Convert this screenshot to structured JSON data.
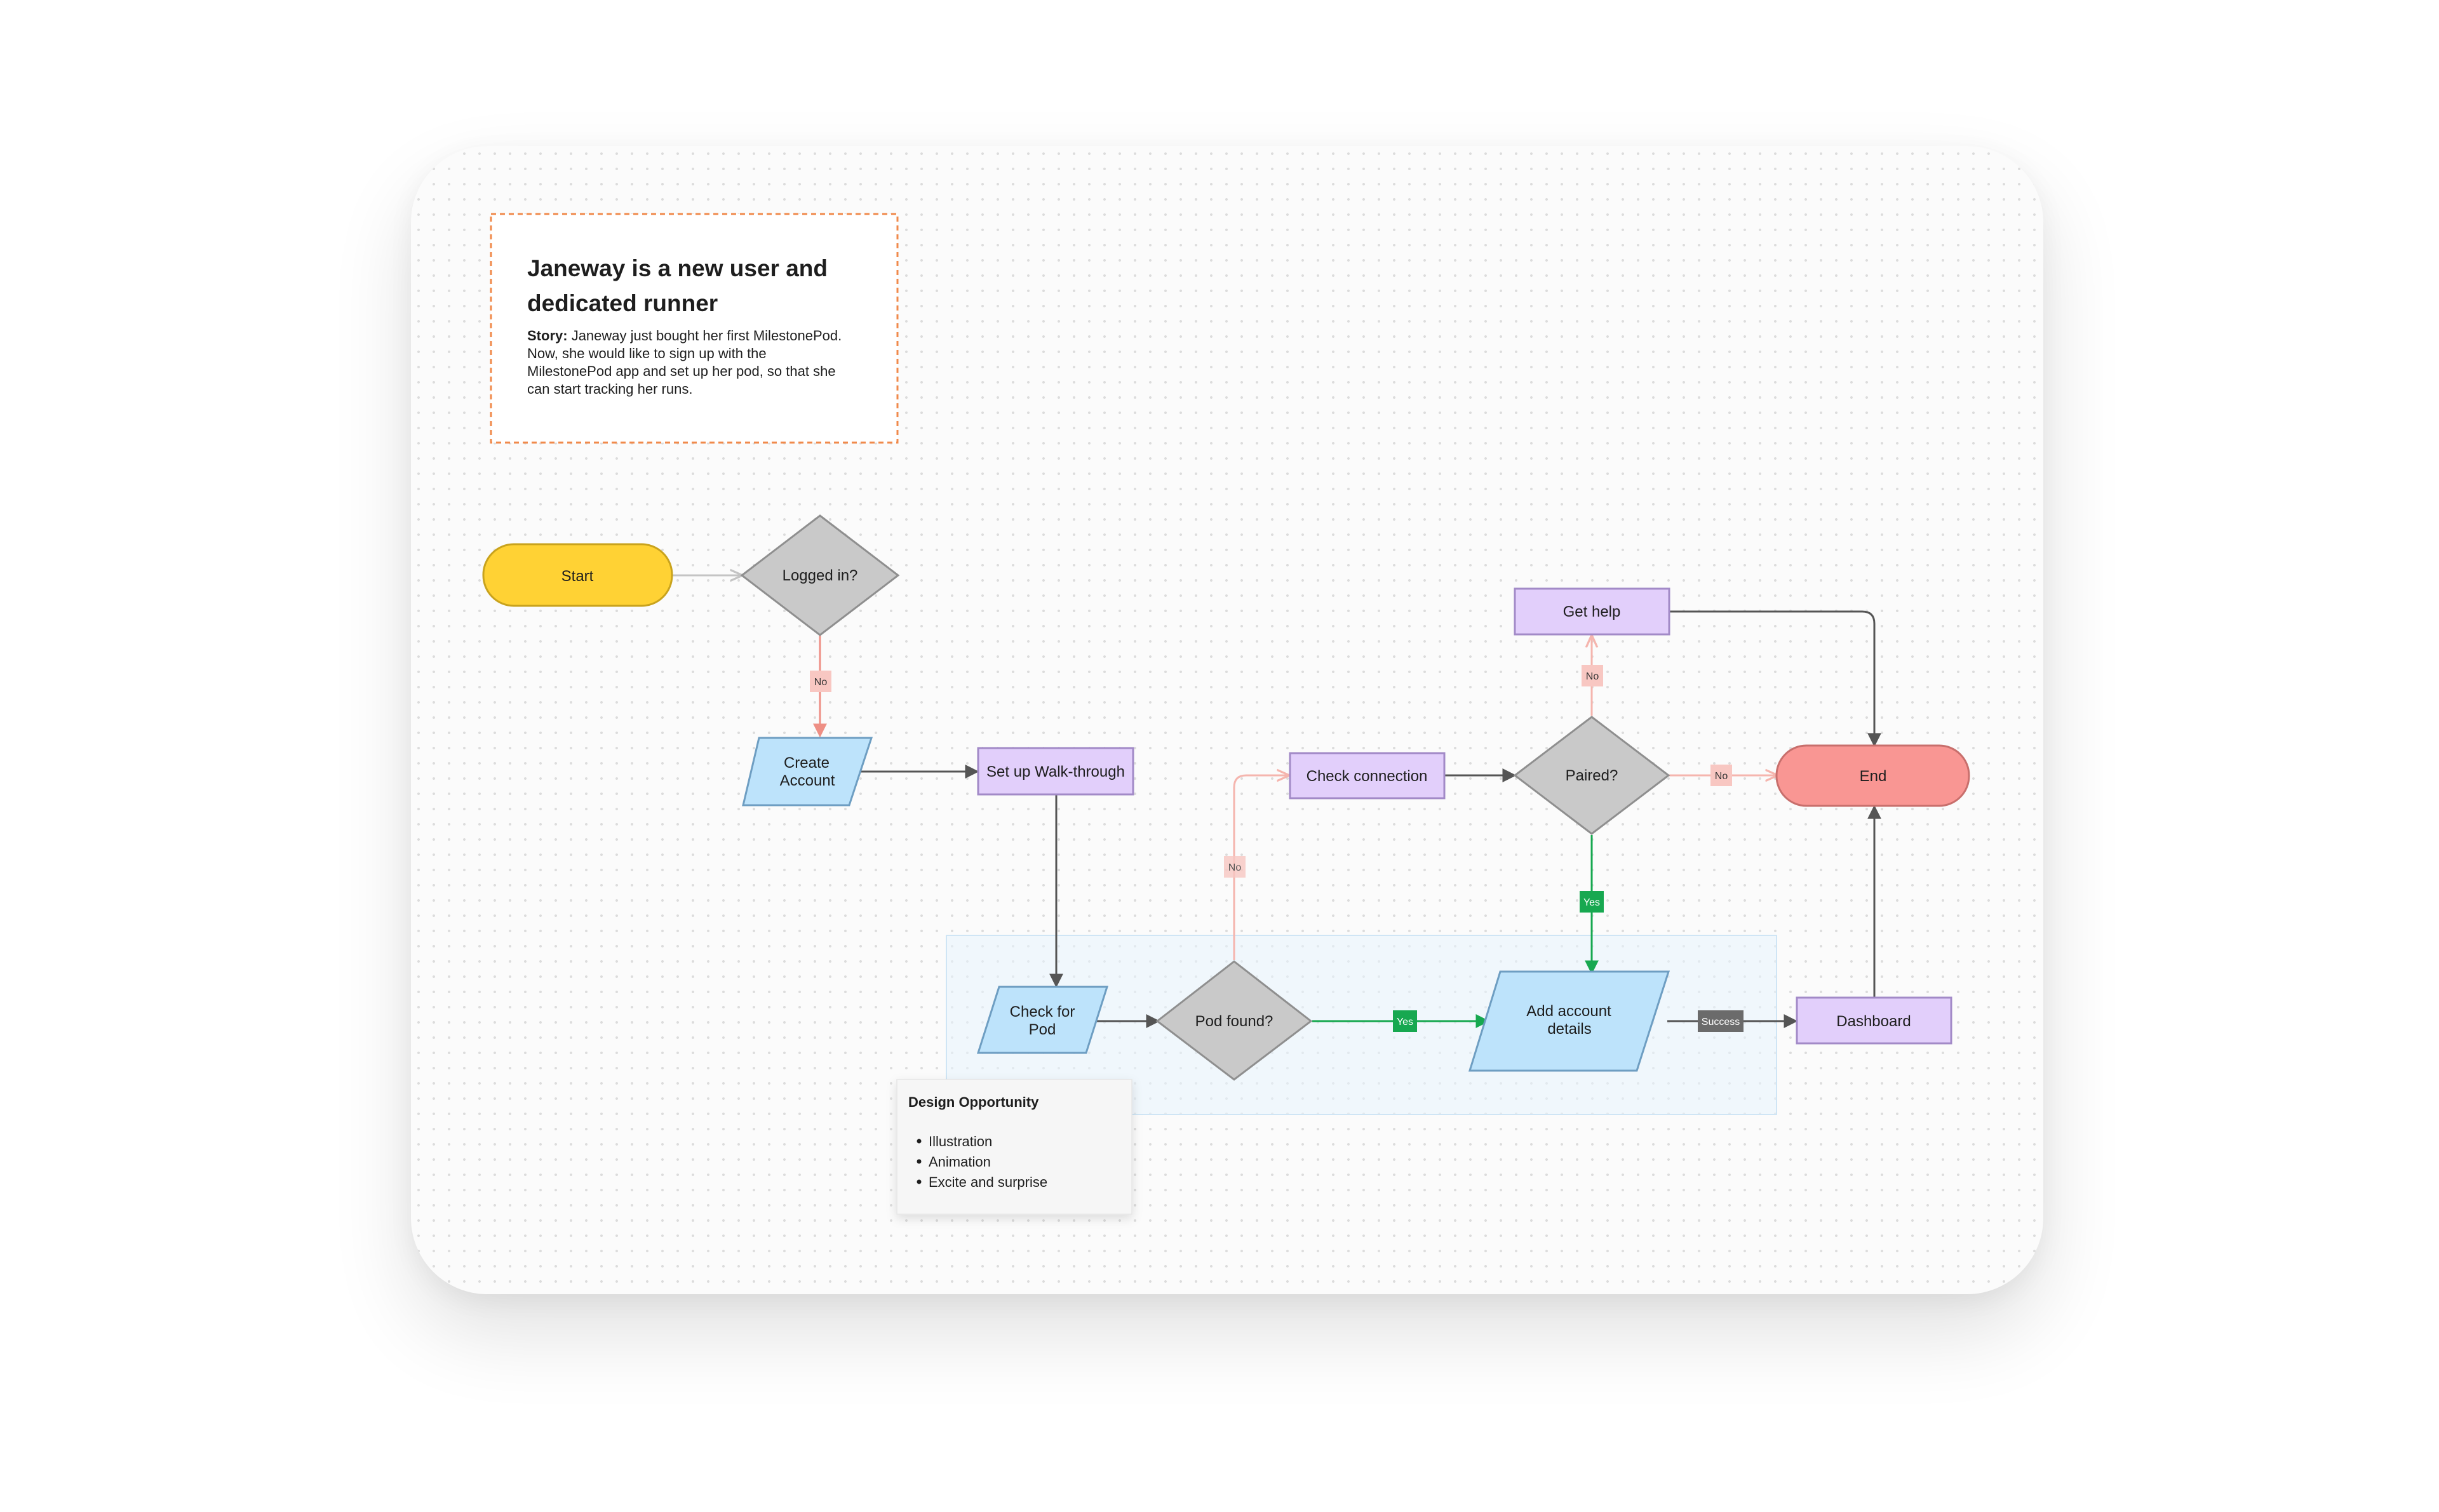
{
  "story_card": {
    "title_line1": "Janeway is a new user and",
    "title_line2": "dedicated runner",
    "story_label": "Story:",
    "story_line1": "Janeway just bought her first MilestonePod.",
    "story_line2": "Now, she would like to sign up with the",
    "story_line3": "MilestonePod app and set up her pod, so that she",
    "story_line4": "can start tracking her runs."
  },
  "nodes": {
    "start": "Start",
    "logged_in": "Logged in?",
    "create_account_line1": "Create",
    "create_account_line2": "Account",
    "walkthrough": "Set up Walk-through",
    "check_pod_line1": "Check for",
    "check_pod_line2": "Pod",
    "pod_found": "Pod found?",
    "check_connection": "Check connection",
    "paired": "Paired?",
    "get_help": "Get help",
    "end": "End",
    "add_details_line1": "Add account",
    "add_details_line2": "details",
    "dashboard": "Dashboard"
  },
  "labels": {
    "no": "No",
    "yes": "Yes",
    "success": "Success"
  },
  "design_note": {
    "title": "Design Opportunity",
    "items": [
      "Illustration",
      "Animation",
      "Excite and surprise"
    ]
  },
  "colors": {
    "start": "#ffd234",
    "decision": "#c9c9c9",
    "io": "#bde3fb",
    "process": "#e2cffb",
    "end": "#f99693",
    "no_tag": "#f8c7c2",
    "yes_tag": "#17a850",
    "success_tag": "#6b6b6b",
    "story_border": "#f08a4b"
  }
}
